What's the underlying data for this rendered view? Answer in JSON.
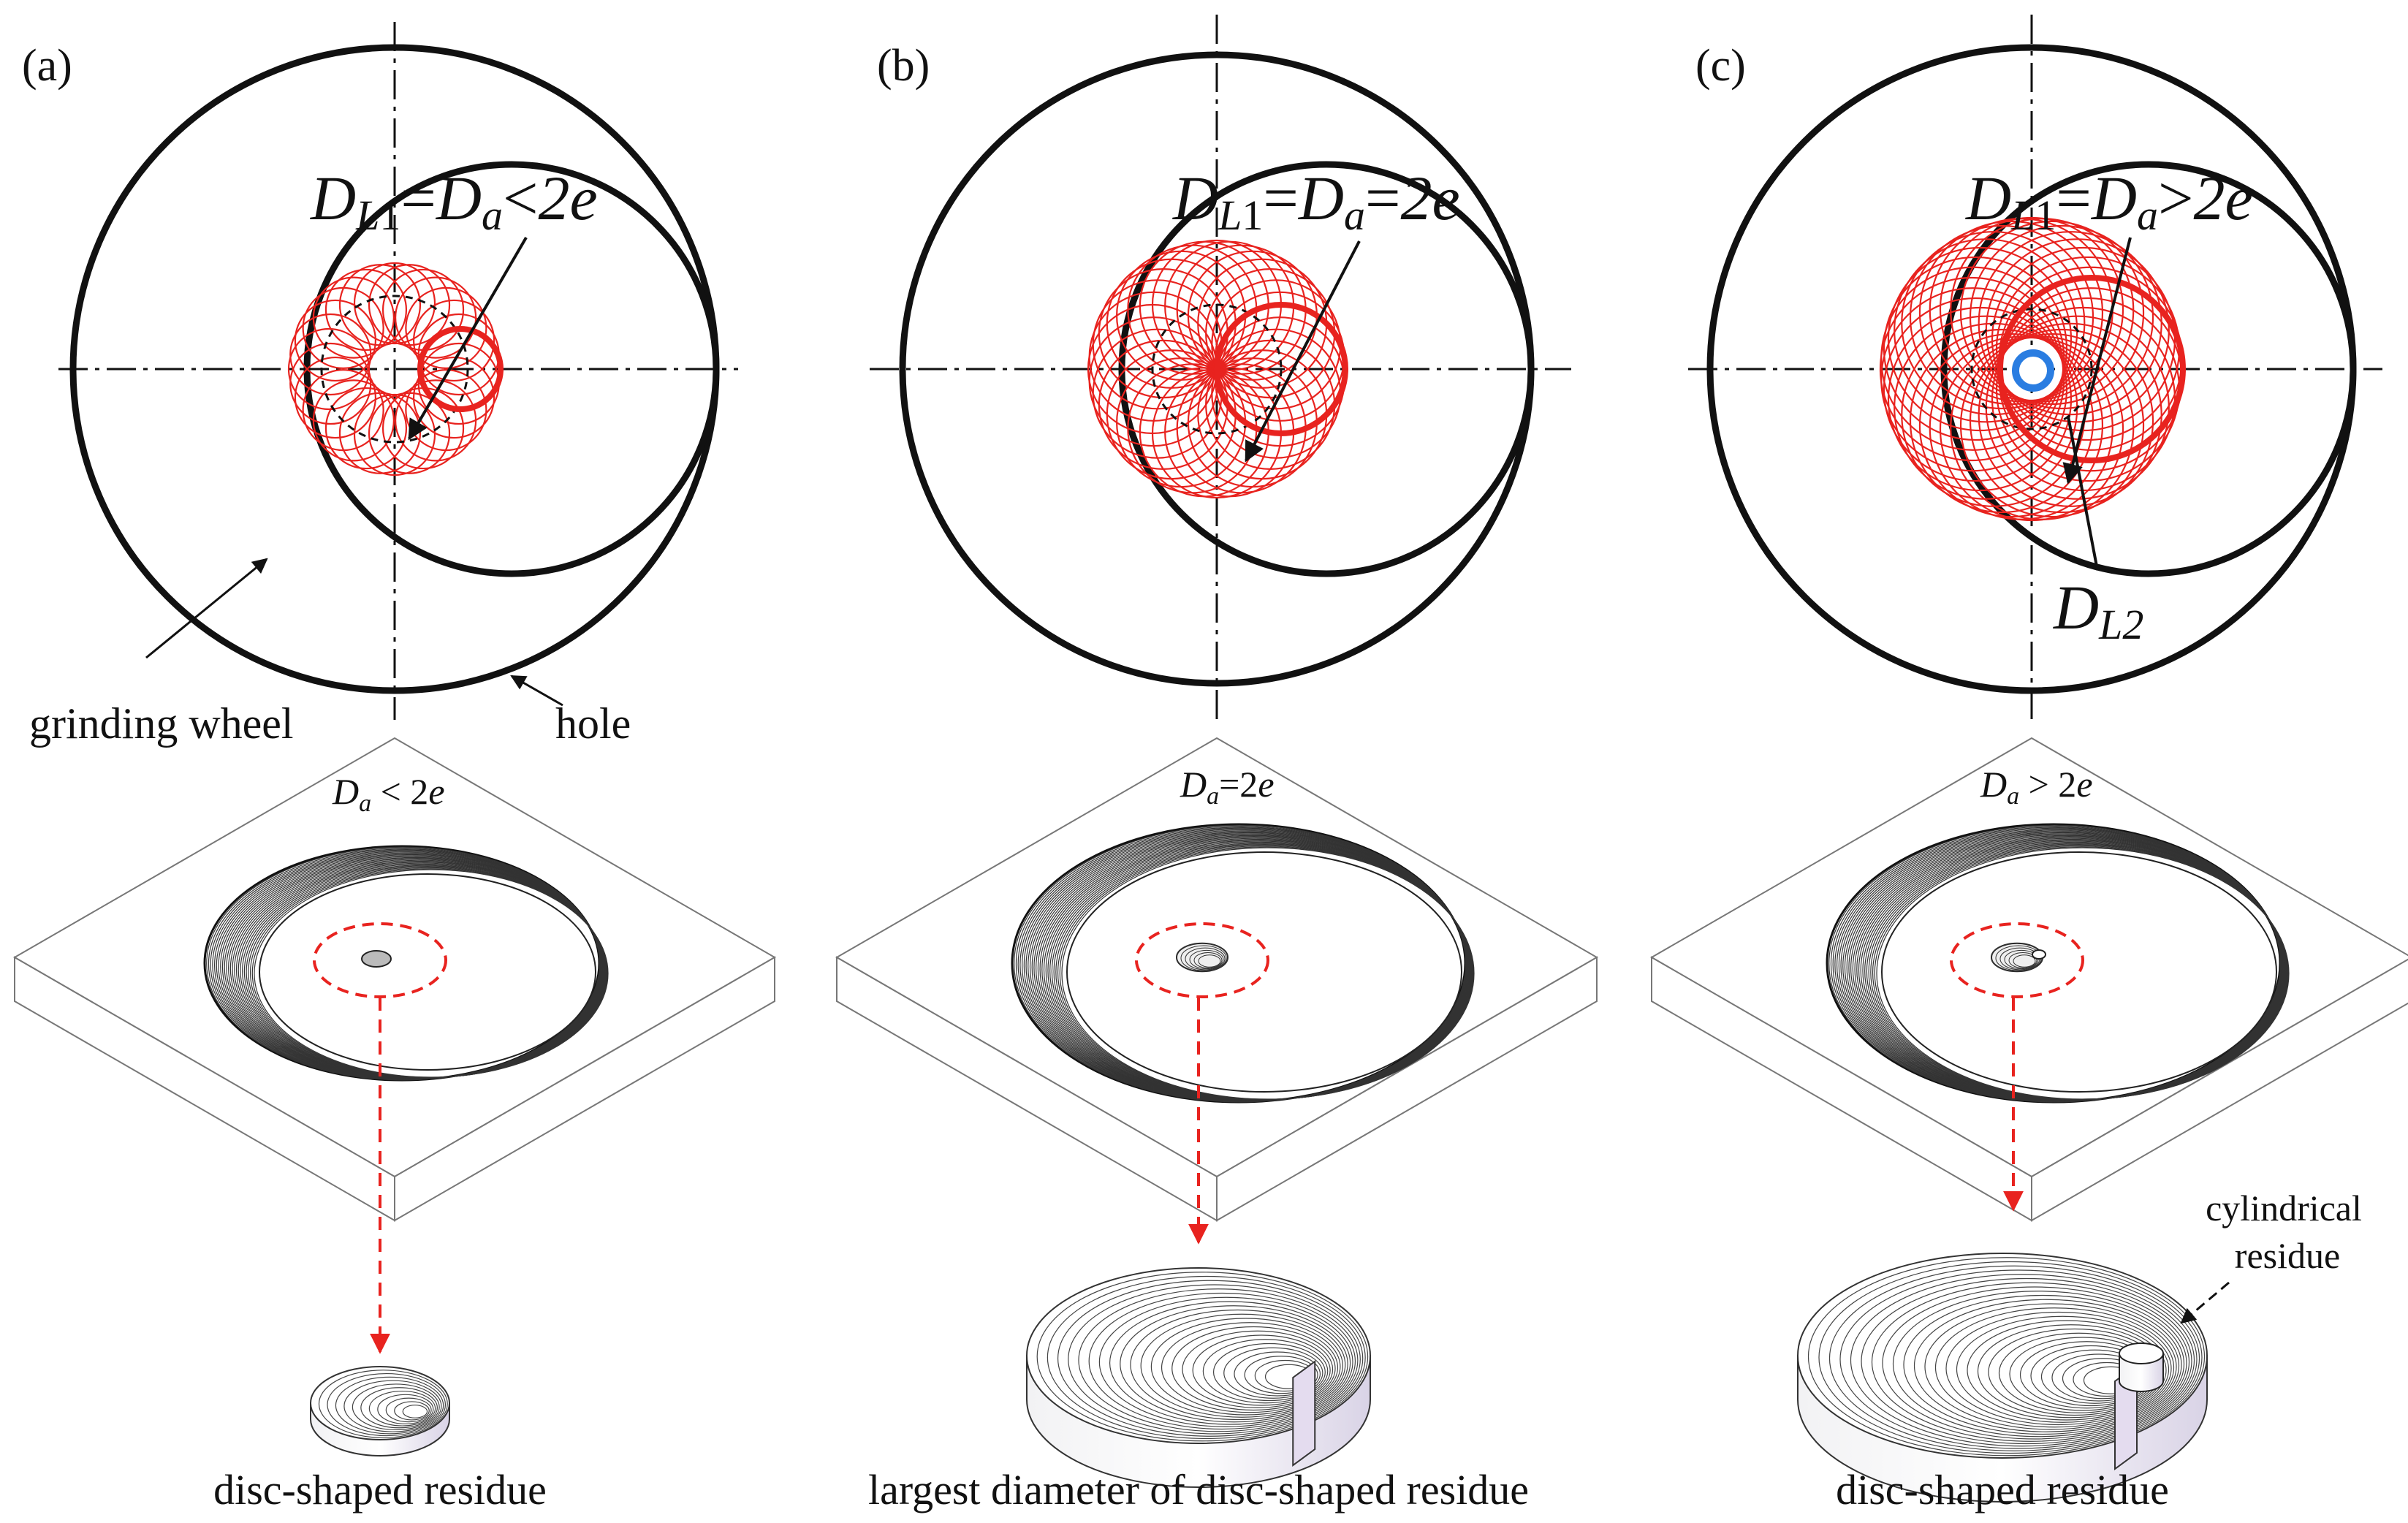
{
  "panels": [
    {
      "id": "a",
      "label": "(a)",
      "equation": {
        "d": "D",
        "l1_sub": "L",
        "l1_num": "1",
        "eq1": "=",
        "da_d": "D",
        "da_sub": "a",
        "rel": "<",
        "rhs": "2e"
      },
      "plate_label": {
        "d": "D",
        "sub": "a",
        "rel": " < 2",
        "e": "e"
      },
      "caption": "disc-shaped residue",
      "wheel_label": "grinding wheel",
      "hole_label": "hole"
    },
    {
      "id": "b",
      "label": "(b)",
      "equation": {
        "d": "D",
        "l1_sub": "L",
        "l1_num": "1",
        "eq1": "=",
        "da_d": "D",
        "da_sub": "a",
        "rel": "=",
        "rhs": "2e"
      },
      "plate_label": {
        "d": "D",
        "sub": "a",
        "rel": "=2",
        "e": "e"
      },
      "caption": "largest diameter of disc-shaped residue"
    },
    {
      "id": "c",
      "label": "(c)",
      "equation": {
        "d": "D",
        "l1_sub": "L",
        "l1_num": "1",
        "eq1": "=",
        "da_d": "D",
        "da_sub": "a",
        "rel": ">",
        "rhs": "2e"
      },
      "dl2": {
        "d": "D",
        "sub": "L2"
      },
      "plate_label": {
        "d": "D",
        "sub": "a",
        "rel": " > 2",
        "e": "e"
      },
      "caption": "disc-shaped residue",
      "residue_label_line1": "cylindrical",
      "residue_label_line2": "residue"
    }
  ],
  "colors": {
    "trajectory": "#e8231f",
    "outline": "#111111",
    "highlight": "#2a7de1",
    "dashed_arrow": "#e8231f"
  },
  "icons": [
    "arrow-icon",
    "dashed-arrow-icon"
  ]
}
